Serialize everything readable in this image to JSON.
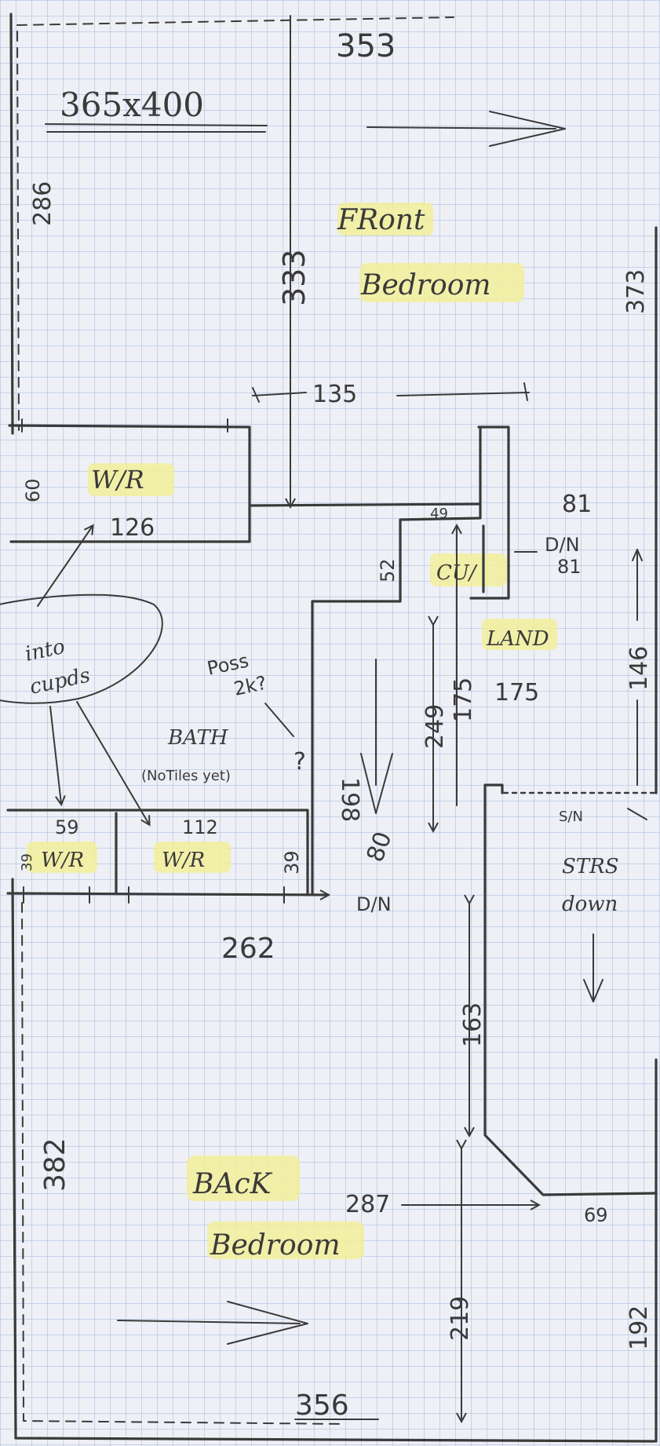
{
  "title": "365x400",
  "rooms": {
    "front_bedroom": {
      "line1": "FRont",
      "line2": "Bedroom"
    },
    "back_bedroom": {
      "line1": "BAcK",
      "line2": "Bedroom"
    },
    "wr_top": "W/R",
    "wr_left": "W/R",
    "wr_right": "W/R",
    "cupboard": "CU/",
    "landing": "LAND",
    "bath_line1": "BATH",
    "bath_line2": "(NoTiles yet)",
    "stairs_line1": "STRS",
    "stairs_line2": "down"
  },
  "notes": {
    "poss_line1": "Poss",
    "poss_line2": "2k?",
    "poss_mark": "?",
    "into_cupds_line1": "into",
    "into_cupds_line2": "cupds",
    "dn_upper_line1": "D/N",
    "dn_upper_line2": "81",
    "dn_lower": "D/N",
    "sn": "S/N"
  },
  "dimensions": {
    "top_width": "353",
    "front_left_height": "286",
    "front_inner_height": "333",
    "right_height_top": "373",
    "front_lower_width": "135",
    "wr_height": "60",
    "wr_width": "126",
    "cup_height": "52",
    "cup_width": "49",
    "dn_width": "81",
    "landing_width": "175",
    "landing_height": "175",
    "landing_right": "146",
    "bath_height": "198",
    "bath_width": "249",
    "wr_left_width": "59",
    "wr_right_width": "112",
    "wr_left_depth": "39",
    "wr_right_depth": "39",
    "door_width": "80",
    "back_upper_width": "262",
    "stairs_height": "163",
    "back_left_height": "382",
    "back_width": "287",
    "step_width": "69",
    "back_lower_height": "219",
    "right_height_bottom": "192",
    "bottom_width": "356"
  }
}
